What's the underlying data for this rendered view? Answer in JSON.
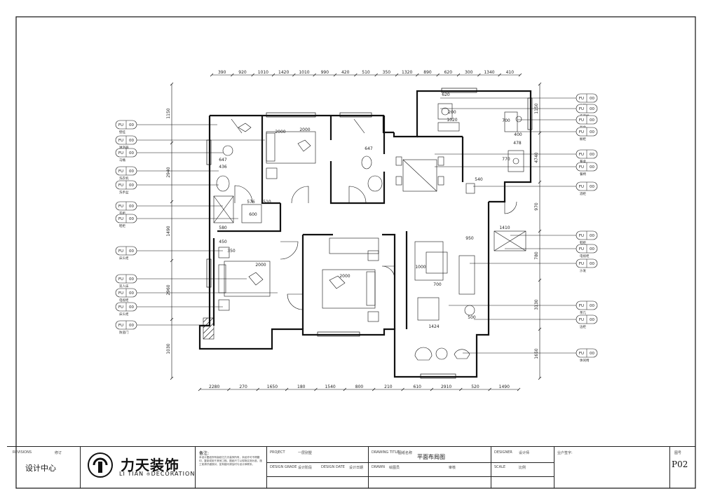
{
  "drawing": {
    "top_dims": [
      "390",
      "920",
      "1010",
      "1420",
      "1010",
      "990",
      "420",
      "510",
      "350",
      "1320",
      "890",
      "620",
      "300",
      "1340",
      "410"
    ],
    "bottom_dims": [
      "2280",
      "270",
      "1650",
      "180",
      "1540",
      "800",
      "210",
      "610",
      "2910",
      "520",
      "1490"
    ],
    "left_dims": [
      "1150",
      "2940",
      "1490",
      "2960",
      "1030"
    ],
    "right_dims": [
      "1150",
      "4740",
      "970",
      "780",
      "3130",
      "1650"
    ],
    "interior_dims": [
      "2000",
      "2000",
      "2000",
      "2000",
      "1000",
      "1424",
      "950",
      "1410",
      "540",
      "647",
      "647",
      "436",
      "576",
      "510",
      "450",
      "580",
      "350",
      "600",
      "620",
      "1020",
      "700",
      "400",
      "478",
      "770",
      "200",
      "700",
      "500"
    ],
    "callout_tag": "FU",
    "callout_code": "00",
    "left_callouts": [
      "壁挂",
      "淋浴器",
      "马桶",
      "洗衣机",
      "洗手盆",
      "衣柜",
      "鞋柜",
      "床头柜",
      "双人床",
      "电视柜",
      "床头柜",
      "防盗门"
    ],
    "right_callouts": [
      "冰箱",
      "洗菜盆",
      "灶台",
      "橱柜",
      "餐桌",
      "餐椅",
      "酒柜",
      "鞋柜",
      "电视柜",
      "沙发",
      "茶几",
      "边柜",
      "休闲椅"
    ]
  },
  "title_block": {
    "revisions_label": "REVISIONS",
    "revisions_value": "修订",
    "design_center": "设计中心",
    "logo_cn": "力天装饰",
    "logo_en_left": "LI TIAN",
    "logo_en_right": "DECORATION",
    "notes_label": "备注:",
    "notes_text": "本设计图纸所有版权归力天装饰所有，未经许可不得翻印、复制或用于其他工程。图纸尺寸以现场实测为准，施工前请仔细核对，如有疑问请及时与设计师联系。",
    "project_label": "PROJECT",
    "project_value": "一层别墅",
    "design_grade_label": "DESIGN GRADE",
    "design_grade_value": "设计阶段",
    "design_date_label": "DESIGN DATE",
    "design_date_value": "设计日期",
    "drawing_title_label": "DRAWING TITLE",
    "drawing_title_value": "平面布局图",
    "drawing_title_sub": "图纸名称",
    "drawn_label": "DRAWN",
    "drawn_value": "绘图员",
    "checked_value": "审核",
    "designer_label": "DESIGNER",
    "designer_value": "设计师",
    "scale_label": "SCALE",
    "scale_value": "比例",
    "owner_label": "业户签字:",
    "sheet_label": "图号",
    "sheet_number": "P02"
  }
}
